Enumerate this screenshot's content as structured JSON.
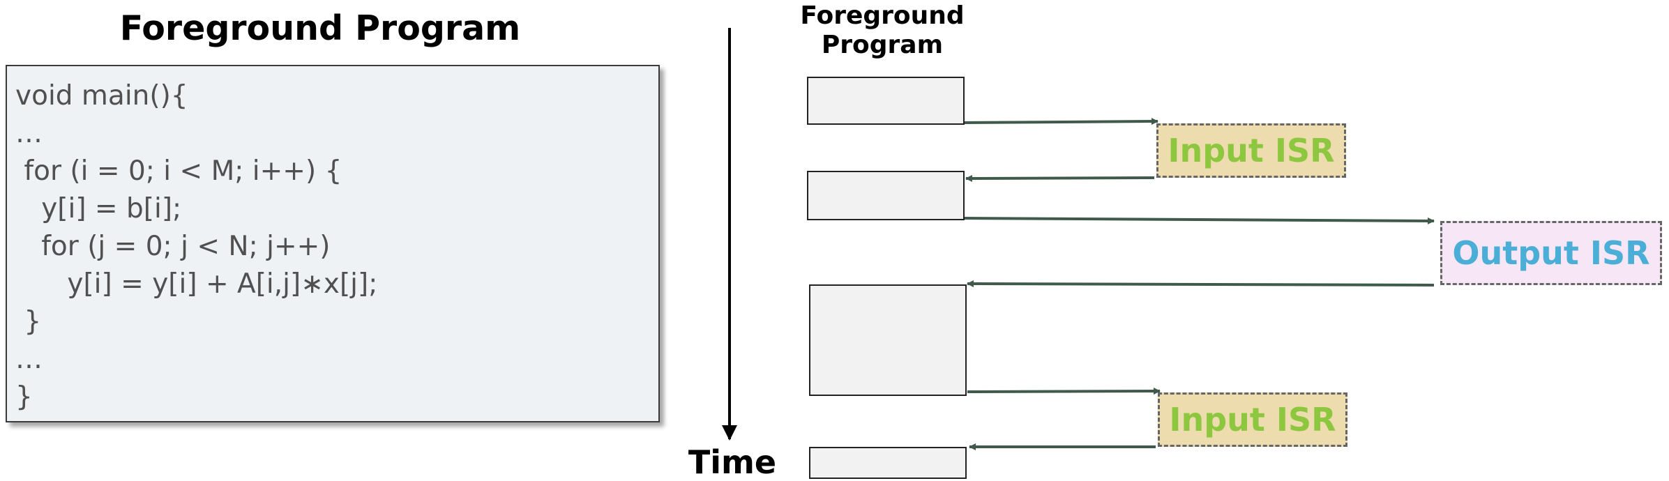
{
  "left_panel": {
    "title": "Foreground Program",
    "code_lines": [
      "void main(){",
      "…",
      " for (i = 0; i < M; i++) {",
      "   y[i] = b[i];",
      "   for (j = 0; j < N; j++)",
      "      y[i] = y[i] + A[i,j]∗x[j];",
      " }",
      "…",
      "}"
    ]
  },
  "right_panel": {
    "title_line1": "Foreground",
    "title_line2": "Program",
    "time_label": "Time",
    "isr_input_1": "Input ISR",
    "isr_output": "Output ISR",
    "isr_input_2": "Input ISR"
  },
  "colors": {
    "arrow": "#3f5a4a",
    "input_isr_bg": "#ecdcae",
    "input_isr_text": "#8dc63f",
    "output_isr_bg": "#f6e6f6",
    "output_isr_text": "#4aaed6"
  }
}
